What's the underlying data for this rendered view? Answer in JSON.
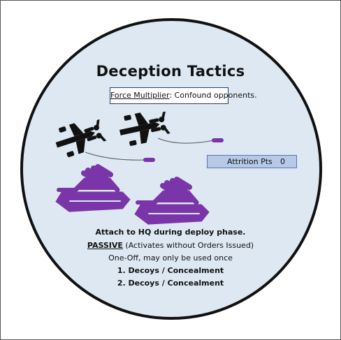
{
  "card": {
    "title": "Deception Tactics",
    "force_multiplier_label": "Force Multiplier",
    "force_multiplier_sep": ":",
    "force_multiplier_text": " Confound opponents.",
    "attrition_label": "Attrition Pts",
    "attrition_value": "0",
    "attach_text": "Attach to HQ during deploy phase.",
    "passive_keyword": "PASSIVE",
    "passive_text": " (Activates without Orders Issued)",
    "oneoff_text": "One-Off, may only be used once",
    "option_1": "1.  Decoys / Concealment",
    "option_2": "2. Decoys / Concealment"
  },
  "icons": [
    "fighter-jet-icon",
    "fighter-jet-icon",
    "tank-icon",
    "tank-icon"
  ],
  "colors": {
    "token_fill": "#dde8f3",
    "token_border": "#111111",
    "tank_purple": "#7a35a8",
    "attrition_bar": "#b7c9e6"
  }
}
